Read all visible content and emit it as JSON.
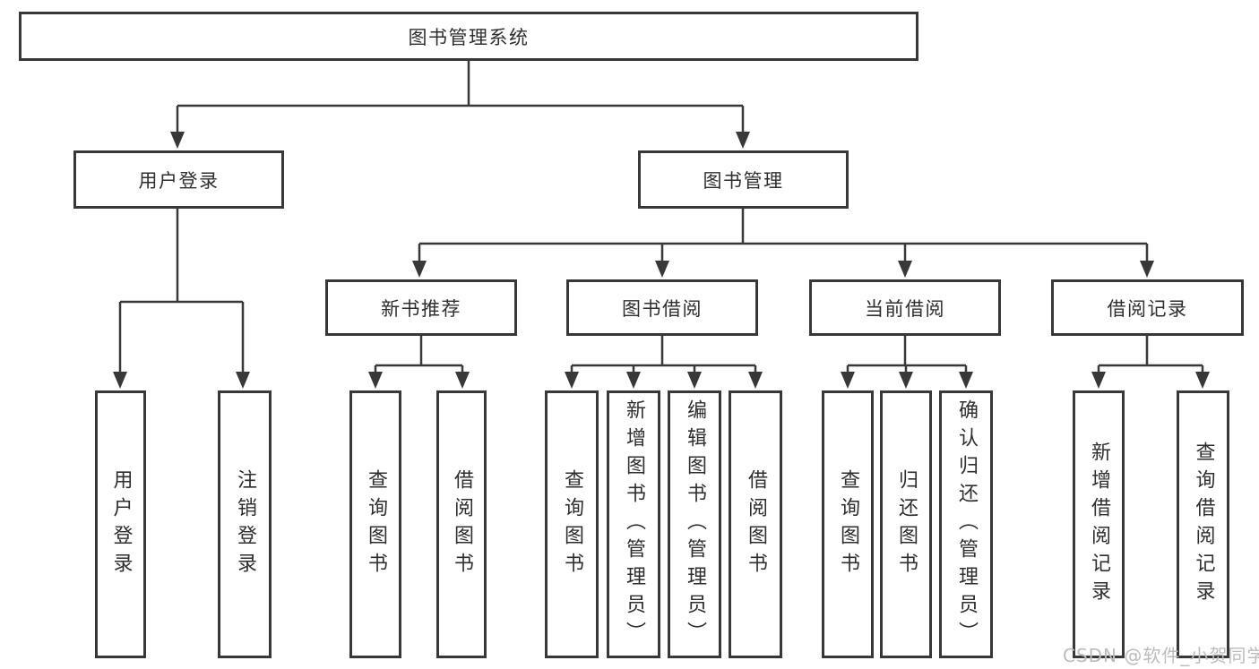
{
  "tree": {
    "root": {
      "label": "图书管理系统",
      "children": [
        {
          "label": "用户登录",
          "children": [
            {
              "label": "用户登录"
            },
            {
              "label": "注销登录"
            }
          ]
        },
        {
          "label": "图书管理",
          "children": [
            {
              "label": "新书推荐",
              "children": [
                {
                  "label": "查询图书"
                },
                {
                  "label": "借阅图书"
                }
              ]
            },
            {
              "label": "图书借阅",
              "children": [
                {
                  "label": "查询图书"
                },
                {
                  "label": "新增图书（管理员）"
                },
                {
                  "label": "编辑图书（管理员）"
                },
                {
                  "label": "借阅图书"
                }
              ]
            },
            {
              "label": "当前借阅",
              "children": [
                {
                  "label": "查询图书"
                },
                {
                  "label": "归还图书"
                },
                {
                  "label": "确认归还（管理员）"
                }
              ]
            },
            {
              "label": "借阅记录",
              "children": [
                {
                  "label": "新增借阅记录"
                },
                {
                  "label": "查询借阅记录"
                }
              ]
            }
          ]
        }
      ]
    }
  },
  "watermark": {
    "text": "CSDN @软件_小贺同学"
  },
  "colors": {
    "line": "#383838",
    "box_border": "#383838",
    "text": "#2e2e2e",
    "watermark": "#bcbcbc",
    "background": "#ffffff"
  }
}
